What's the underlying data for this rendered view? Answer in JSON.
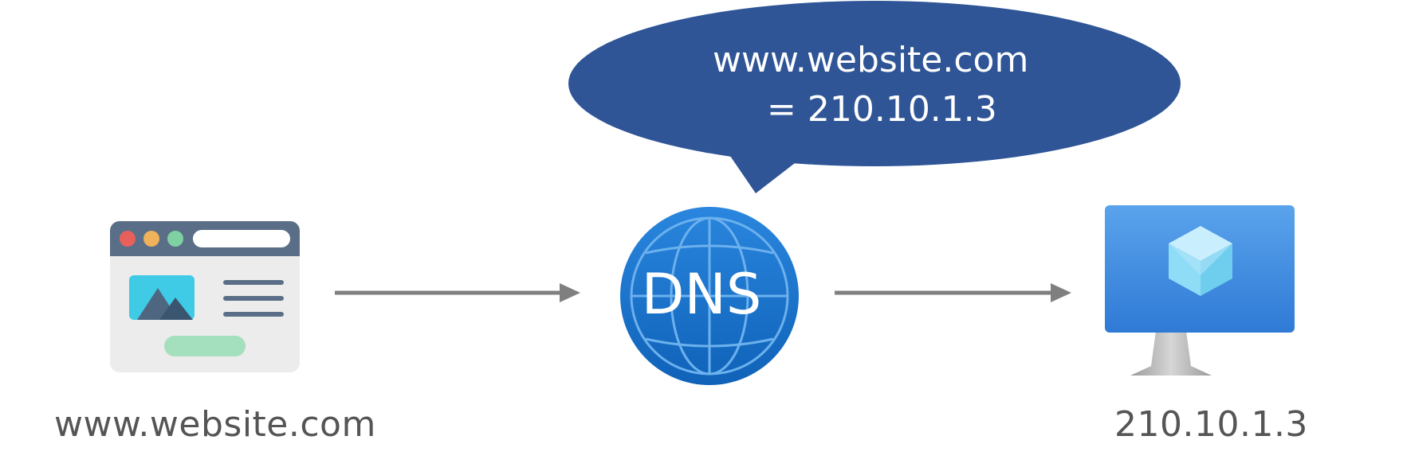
{
  "client": {
    "label": "www.website.com",
    "icon": "browser-window-icon"
  },
  "dns": {
    "label": "DNS",
    "icon": "globe-icon",
    "bubble": {
      "line1": "www.website.com",
      "line2": "= 210.10.1.3"
    }
  },
  "server": {
    "label": "210.10.1.3",
    "icon": "monitor-cube-icon"
  },
  "colors": {
    "bubble": "#2f5597",
    "globe": "#1a73c9",
    "arrow": "#7f7f7f",
    "label_text": "#555555",
    "monitor": "#3d8ae0"
  }
}
